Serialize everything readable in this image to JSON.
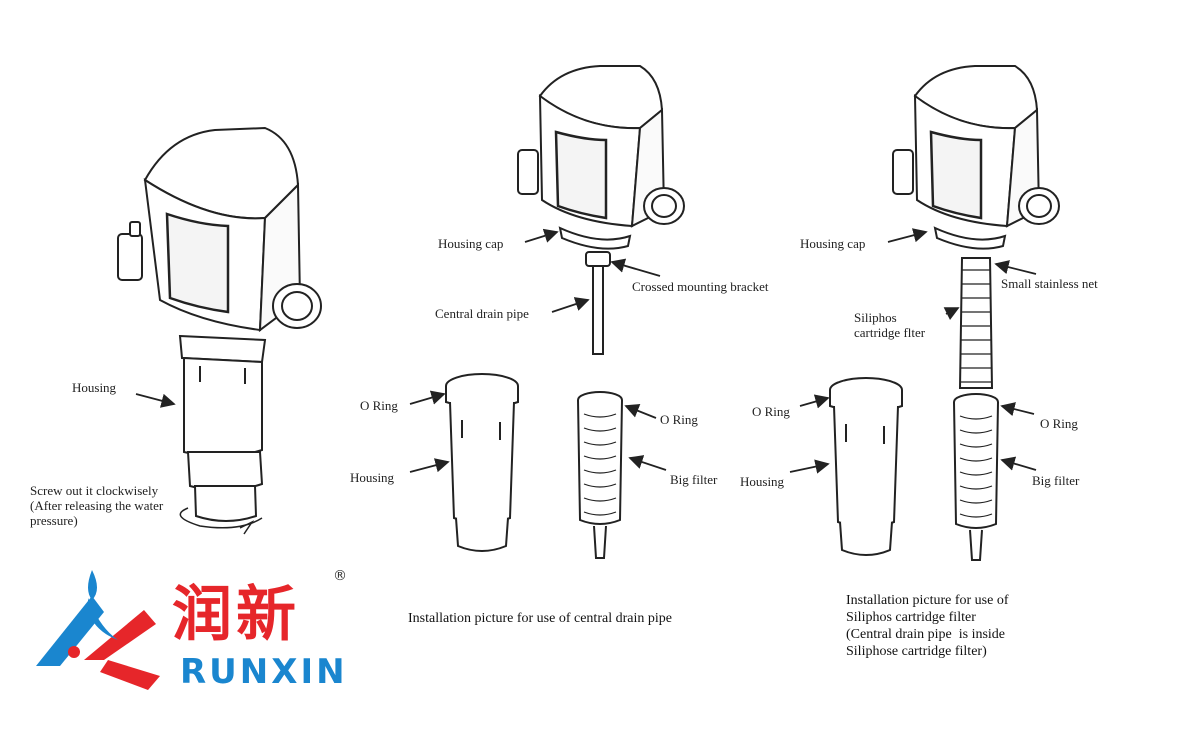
{
  "colors": {
    "line": "#222222",
    "brand_red": "#e6262a",
    "brand_blue": "#1a86cf",
    "screen": "#f4f4f4"
  },
  "figure1": {
    "housing": "Housing",
    "instruction_line1": "Screw out it clockwisely",
    "instruction_line2": "(After releasing the water",
    "instruction_line3": "pressure)"
  },
  "figure2": {
    "housing_cap": "Housing cap",
    "crossed_mounting_bracket": "Crossed mounting bracket",
    "central_drain_pipe": "Central drain pipe",
    "o_ring_left": "O Ring",
    "o_ring_right": "O Ring",
    "housing": "Housing",
    "big_filter": "Big filter",
    "caption": "Installation picture for use of central drain pipe"
  },
  "figure3": {
    "housing_cap": "Housing cap",
    "small_stainless_net": "Small stainless net",
    "siliphos_line1": "Siliphos",
    "siliphos_line2": "cartridge flter",
    "o_ring_left": "O Ring",
    "o_ring_right": "O Ring",
    "housing": "Housing",
    "big_filter": "Big filter",
    "caption": "Installation picture for use of\nSiliphos cartridge filter\n(Central drain pipe  is inside\nSiliphose cartridge filter)"
  },
  "brand": {
    "chinese": "润新",
    "latin": "RUNXIN",
    "registered": "®",
    "logo_icon": "runxin-logo-icon"
  }
}
